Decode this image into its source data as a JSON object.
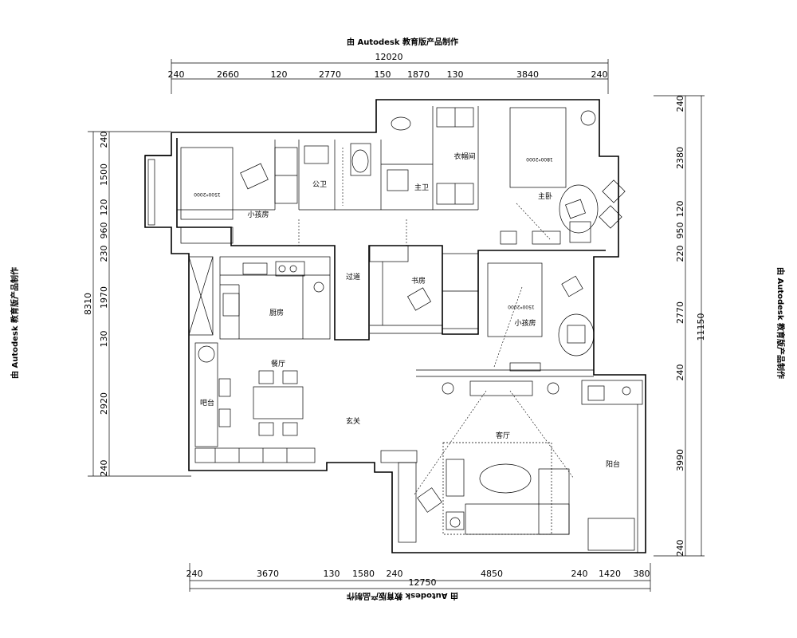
{
  "watermark": "由 Autodesk 教育版产品制作",
  "dimensions": {
    "top_total": "12020",
    "top_segments": [
      "240",
      "2660",
      "120",
      "2770",
      "150",
      "1870",
      "130",
      "3840",
      "240"
    ],
    "bottom_total": "12750",
    "bottom_segments": [
      "240",
      "3670",
      "130",
      "1580",
      "240",
      "4850",
      "240",
      "1420",
      "380"
    ],
    "left_total": "8310",
    "left_segments": [
      "240",
      "1500",
      "120",
      "960",
      "230",
      "1970",
      "130",
      "2920",
      "240"
    ],
    "right_total": "11150",
    "right_segments": [
      "240",
      "2380",
      "120",
      "950",
      "220",
      "2770",
      "240",
      "3990",
      "240"
    ]
  },
  "rooms": {
    "kids_room_1": "小孩房",
    "public_bath": "公卫",
    "master_bath": "主卫",
    "closet": "衣帽间",
    "master_bedroom": "主卧",
    "kitchen": "厨房",
    "corridor": "过道",
    "study": "书房",
    "kids_room_2": "小孩房",
    "dining": "餐厅",
    "bar": "吧台",
    "foyer": "玄关",
    "living": "客厅",
    "balcony": "阳台"
  },
  "beds": {
    "bed_1": "1500*2000",
    "bed_master": "1800*2000",
    "bed_2": "1500*2000"
  }
}
